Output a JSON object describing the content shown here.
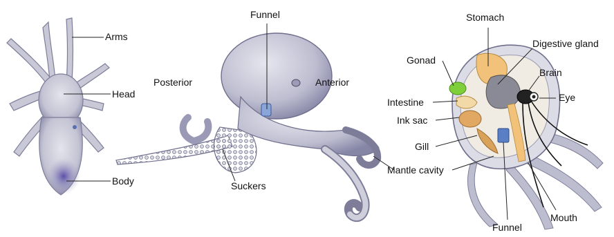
{
  "colors": {
    "octopus_skin": "#c9c9d6",
    "octopus_shadow": "#8f8fae",
    "octopus_dark": "#6a6a8c",
    "stomach": "#f2c27a",
    "gonad": "#7fcf3a",
    "ink_sac": "#e0a862",
    "funnel_tissue": "#5b7fc4",
    "leader_line": "#222222"
  },
  "panel_left": {
    "labels": {
      "arms": "Arms",
      "head": "Head",
      "body": "Body"
    }
  },
  "panel_middle": {
    "labels": {
      "funnel": "Funnel",
      "posterior": "Posterior",
      "anterior": "Anterior",
      "suckers": "Suckers"
    }
  },
  "panel_right": {
    "labels": {
      "stomach": "Stomach",
      "digestive_gland": "Digestive gland",
      "gonad": "Gonad",
      "brain": "Brain",
      "intestine": "Intestine",
      "eye": "Eye",
      "ink_sac": "Ink sac",
      "gill": "Gill",
      "mantle_cavity": "Mantle cavity",
      "funnel": "Funnel",
      "mouth": "Mouth"
    }
  }
}
